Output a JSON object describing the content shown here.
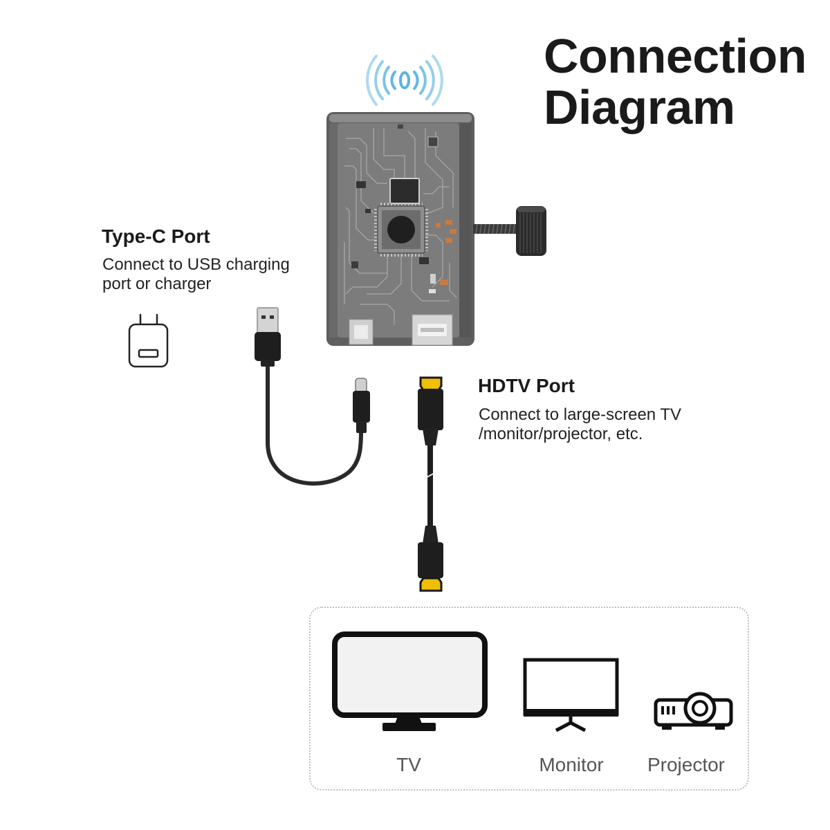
{
  "title": {
    "line1": "Connection",
    "line2": "Diagram"
  },
  "type_c_port": {
    "heading": "Type-C Port",
    "description": [
      "Connect to USB charging",
      "port or charger"
    ]
  },
  "hdtv_port": {
    "heading": "HDTV Port",
    "description": [
      "Connect to large-screen TV",
      "/monitor/projector, etc."
    ]
  },
  "displays": [
    {
      "label": "TV",
      "icon": "tv-icon"
    },
    {
      "label": "Monitor",
      "icon": "monitor-icon"
    },
    {
      "label": "Projector",
      "icon": "projector-icon"
    }
  ],
  "icons": {
    "signal": "wireless-signal-icon",
    "charger": "charger-icon",
    "usb_cable": "usb-a-to-type-c-cable-icon",
    "hdmi_cable": "hdmi-cable-icon",
    "device": "wireless-display-adapter"
  },
  "colors": {
    "heading": "#1a1a1a",
    "body": "#222222",
    "label": "#555555",
    "signal": "#5bb3e0",
    "hdmi": "#f0c000",
    "shell": "#5f5f5f",
    "panel": "#bdbdbd"
  }
}
